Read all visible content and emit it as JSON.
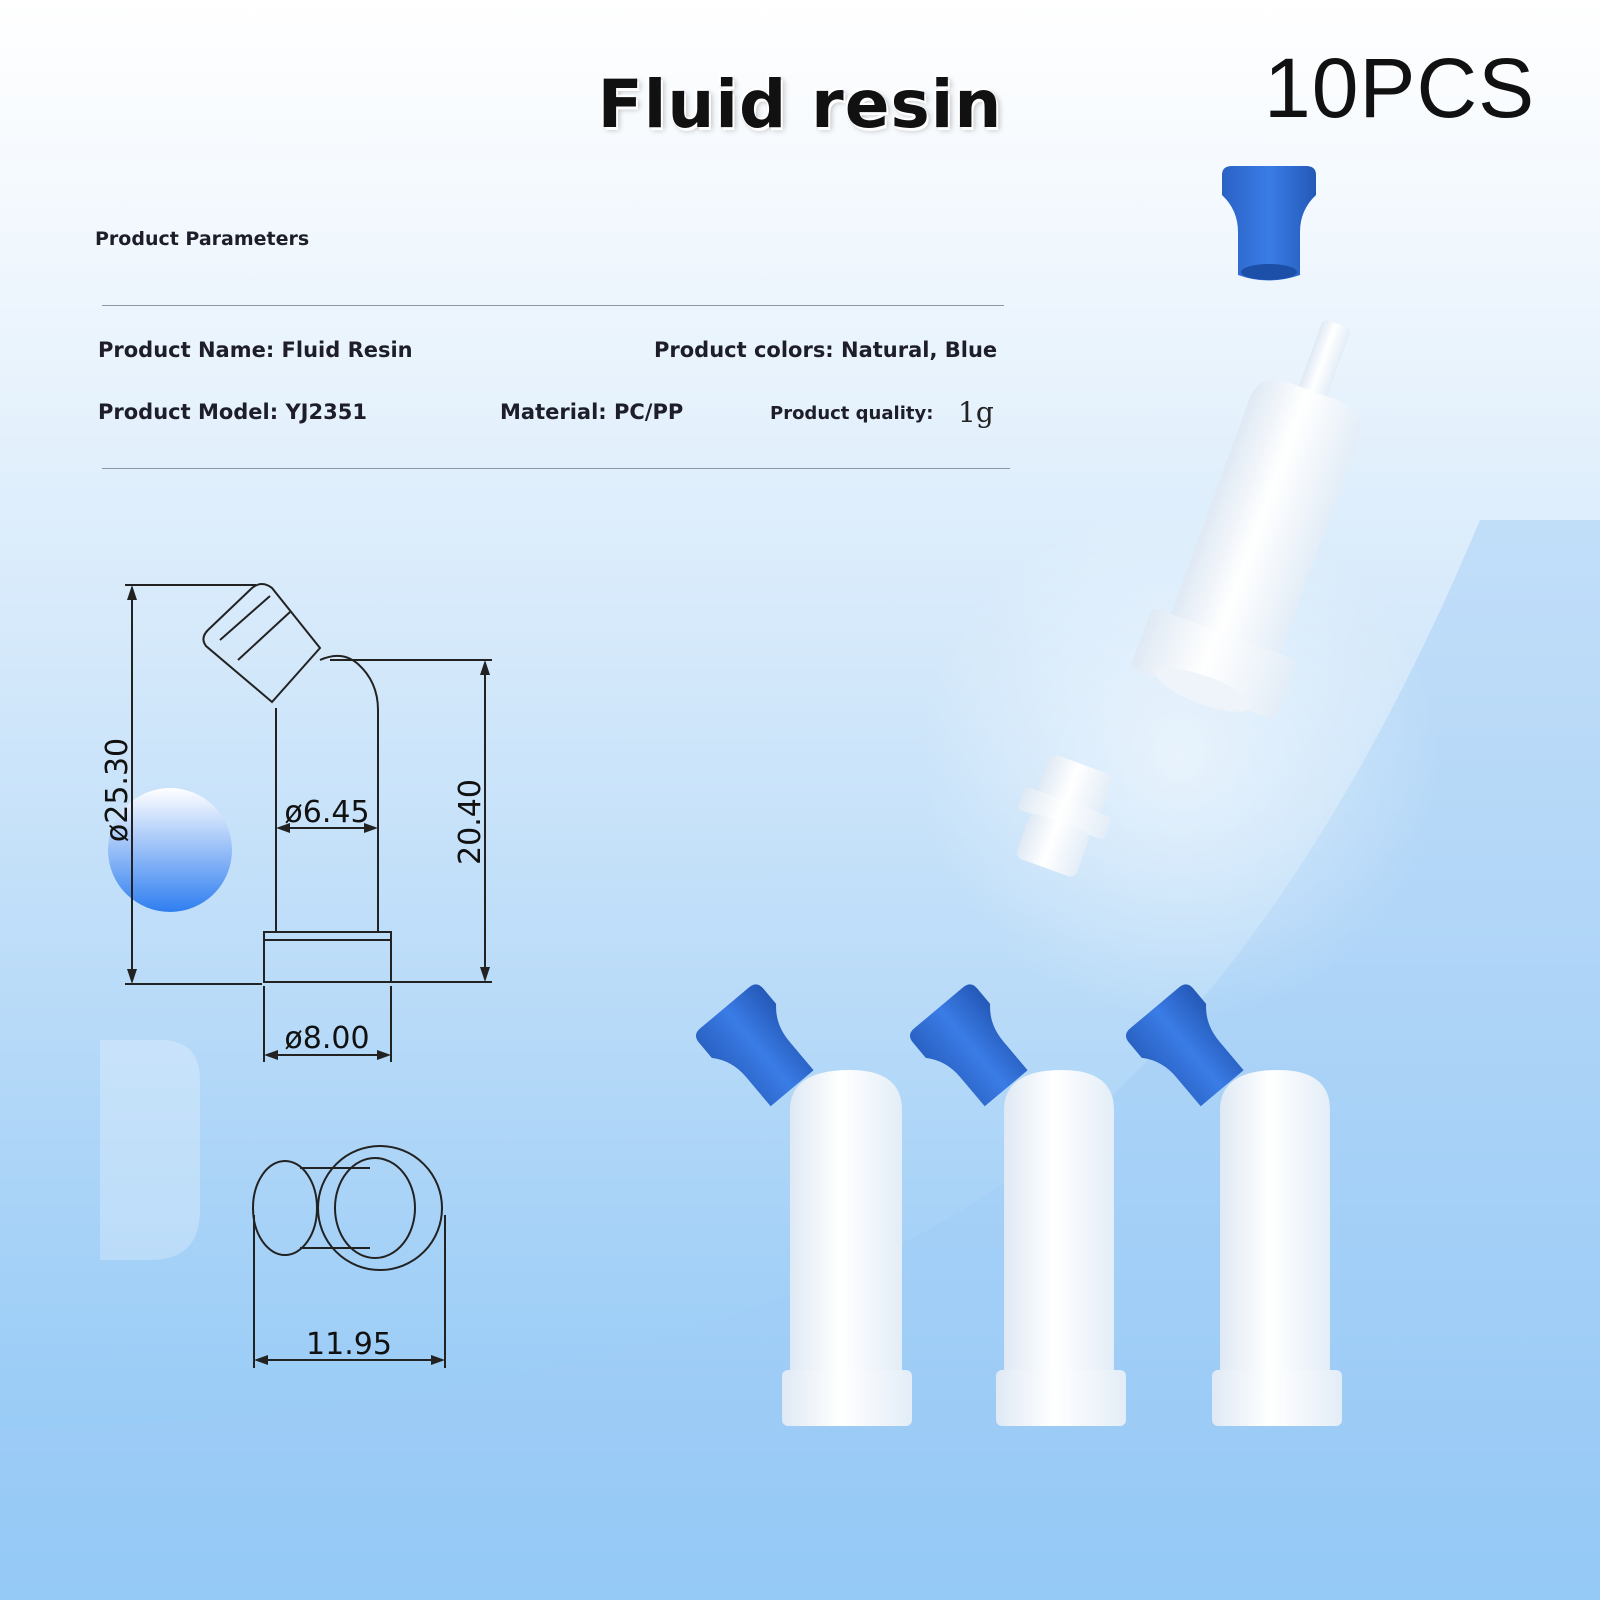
{
  "title": "Fluid resin",
  "quantity_label": "10PCS",
  "params": {
    "heading": "Product Parameters",
    "name": "Product Name: Fluid Resin",
    "colors": "Product colors: Natural, Blue",
    "model": "Product Model: YJ2351",
    "material": "Material: PC/PP",
    "quality_label": "Product quality:",
    "quality_value": "1g"
  },
  "dimensions": {
    "overall_length": "ø25.30",
    "tube_diameter": "ø6.45",
    "body_height": "20.40",
    "base_diameter": "ø8.00",
    "top_width": "11.95"
  },
  "colors": {
    "cap_blue": "#2f6fd3",
    "clear_body": "#f4f8fc",
    "outline": "#222222"
  }
}
